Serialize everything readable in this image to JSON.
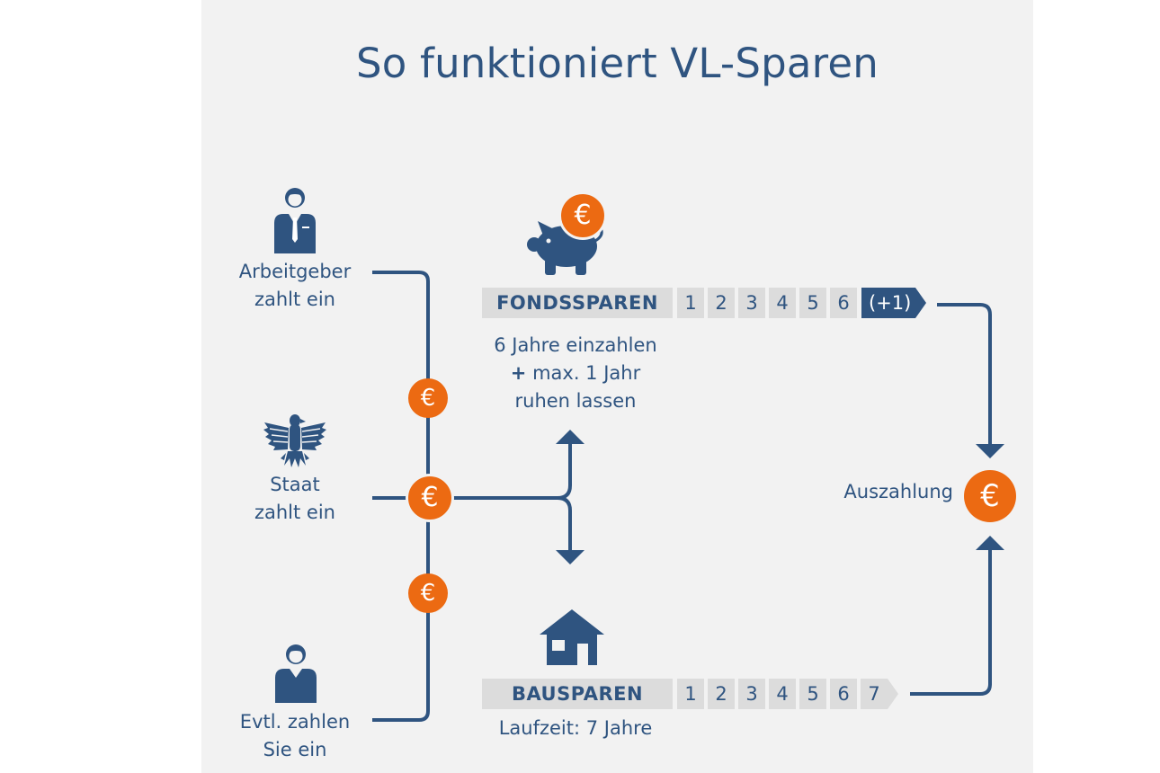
{
  "title": "So funktioniert VL-Sparen",
  "payers": {
    "employer": {
      "line1": "Arbeitgeber",
      "line2": "zahlt ein"
    },
    "state": {
      "line1": "Staat",
      "line2": "zahlt ein"
    },
    "you": {
      "line1": "Evtl. zahlen",
      "line2": "Sie ein"
    }
  },
  "fund": {
    "name": "FONDSSPAREN",
    "years": [
      "1",
      "2",
      "3",
      "4",
      "5",
      "6"
    ],
    "extra": "(+1)",
    "note_line1": "6 Jahre einzahlen",
    "note_plus": "+",
    "note_line2": "max. 1 Jahr",
    "note_line3": "ruhen lassen"
  },
  "building": {
    "name": "BAUSPAREN",
    "years": [
      "1",
      "2",
      "3",
      "4",
      "5",
      "6",
      "7"
    ],
    "note": "Laufzeit: 7 Jahre"
  },
  "payout": {
    "label": "Auszahlung"
  },
  "currency_symbol": "€",
  "colors": {
    "primary": "#2f5480",
    "accent": "#ec6a12",
    "panel": "#f2f2f2",
    "bar": "#dcdcdc"
  },
  "icons": [
    "businessman-icon",
    "federal-eagle-icon",
    "person-icon",
    "piggy-bank-icon",
    "house-icon"
  ]
}
